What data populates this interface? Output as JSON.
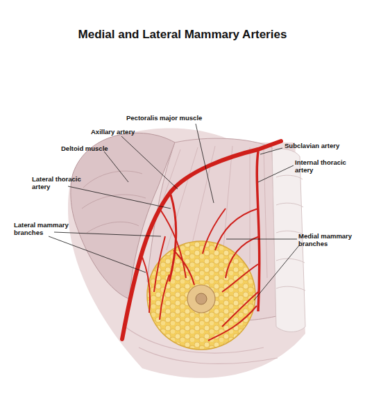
{
  "diagram": {
    "title": "Medial and Lateral Mammary Arteries",
    "labels": [
      "Pectoralis major muscle",
      "Axillary artery",
      "Deltoid muscle",
      "Subclavian artery",
      "Internal thoracic artery",
      "Lateral thoracic artery",
      "Lateral mammary branches",
      "Medial mammary branches"
    ]
  }
}
